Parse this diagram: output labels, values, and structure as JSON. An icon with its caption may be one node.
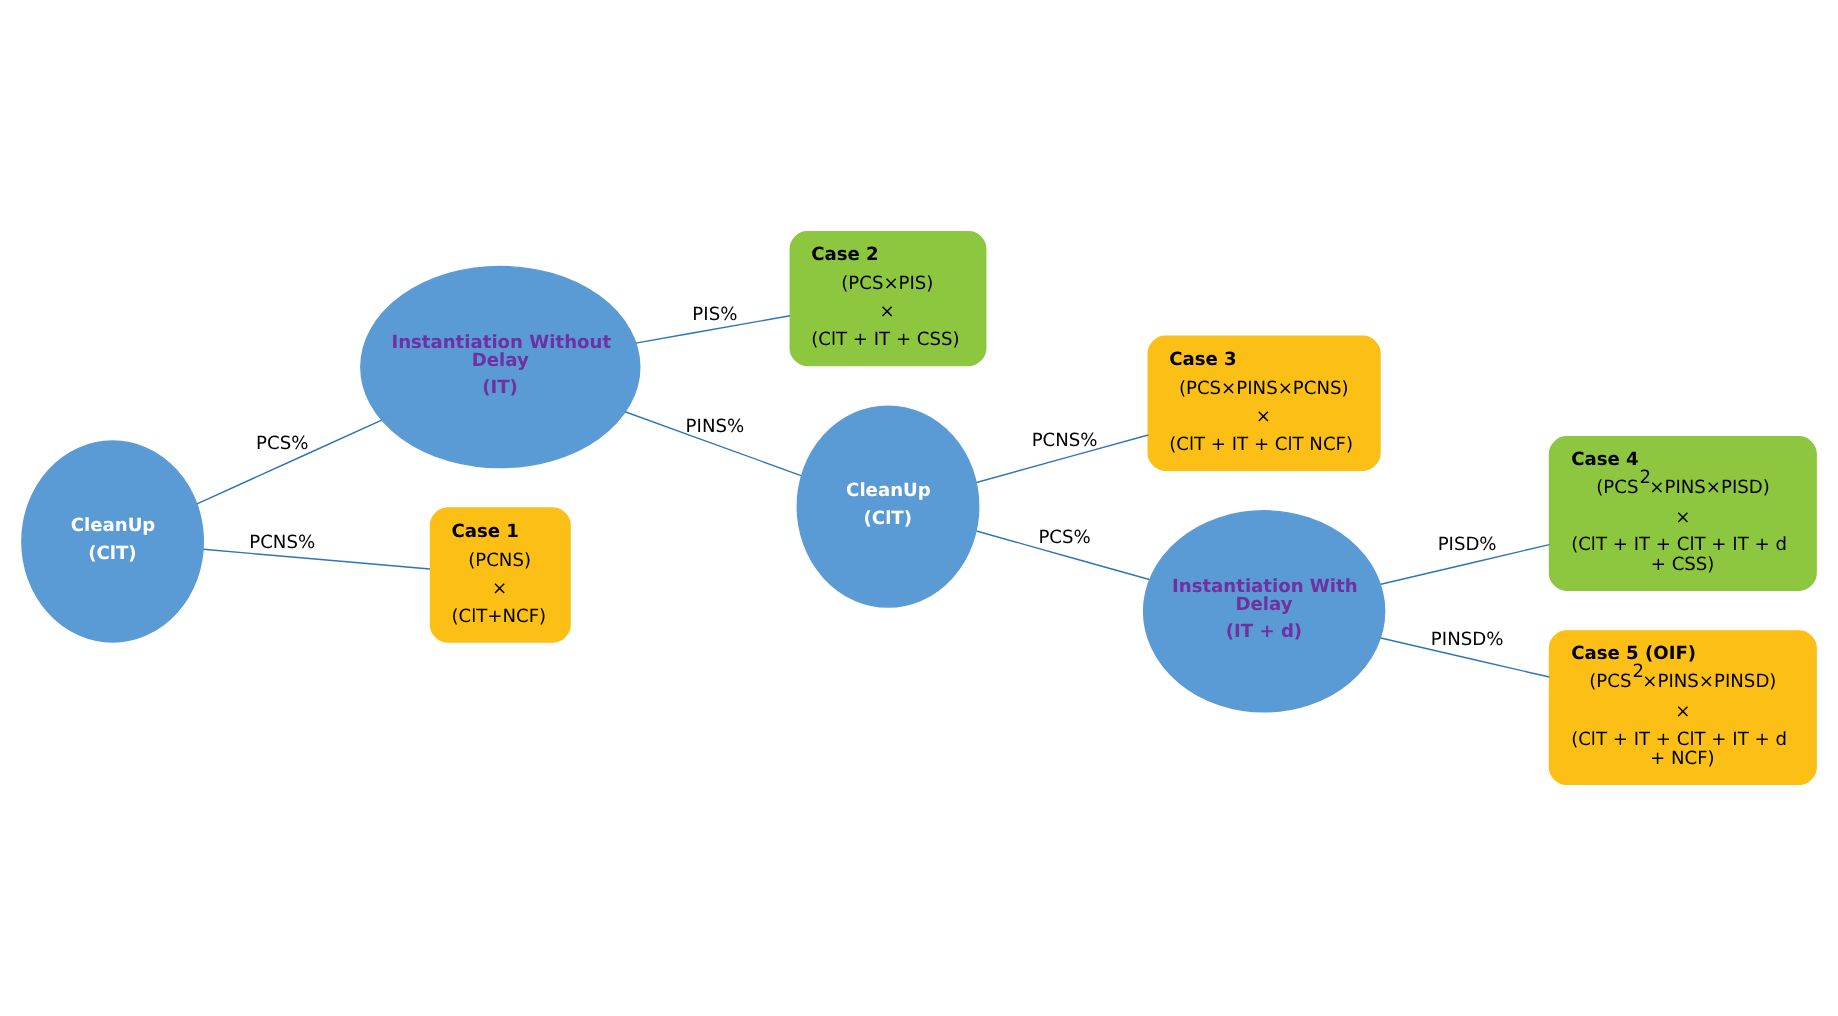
{
  "diagram": {
    "nodes": [
      {
        "text": [
          "CleanUp",
          "(ClT)"
        ]
      },
      {
        "text": [
          "Instantiation Without Delay",
          "(IT)"
        ]
      },
      {
        "text": [
          "Case 1",
          "(PCNS)",
          "×",
          "(ClT+NCF)"
        ]
      },
      {
        "text": [
          "Case 2",
          "(PCS×PIS)",
          "×",
          "(ClT + IT + CSS)"
        ]
      },
      {
        "text": [
          "CleanUp",
          "(ClT)"
        ]
      },
      {
        "text": [
          "Case 3",
          "(PCS×PINS×PCNS)",
          "×",
          "(ClT + IT + ClT NCF)"
        ]
      },
      {
        "text": [
          "Instantiation With Delay",
          "(IT + d)"
        ]
      },
      {
        "text": [
          "Case 4",
          "(PCS$^{2}$×PINS×PISD)",
          "×",
          "(ClT + IT + ClT + IT + d + CSS)"
        ]
      },
      {
        "text": [
          "Case 5 (OIF)",
          "(PCS$^{2}$×PINS×PINSD)",
          "×",
          "(ClT + IT + ClT + IT + d + NCF)"
        ]
      }
    ],
    "edges": [
      {
        "from": 0,
        "to": 1,
        "arrow": "none",
        "label": "PCS%"
      },
      {
        "from": 0,
        "to": 2,
        "arrow": "none",
        "label": "PCNS%"
      },
      {
        "from": 1,
        "to": 3,
        "arrow": "none",
        "label": "PIS%"
      },
      {
        "from": 1,
        "to": 4,
        "arrow": "none",
        "label": "PINS%"
      },
      {
        "from": 4,
        "to": 6,
        "arrow": "none",
        "label": "PCS%"
      },
      {
        "from": 4,
        "to": 5,
        "arrow": "none",
        "label": "PCNS%"
      },
      {
        "from": 6,
        "to": 7,
        "arrow": "none",
        "label": "PISD%"
      },
      {
        "from": 6,
        "to": 8,
        "arrow": "none",
        "label": "PINSD%"
      }
    ]
  }
}
